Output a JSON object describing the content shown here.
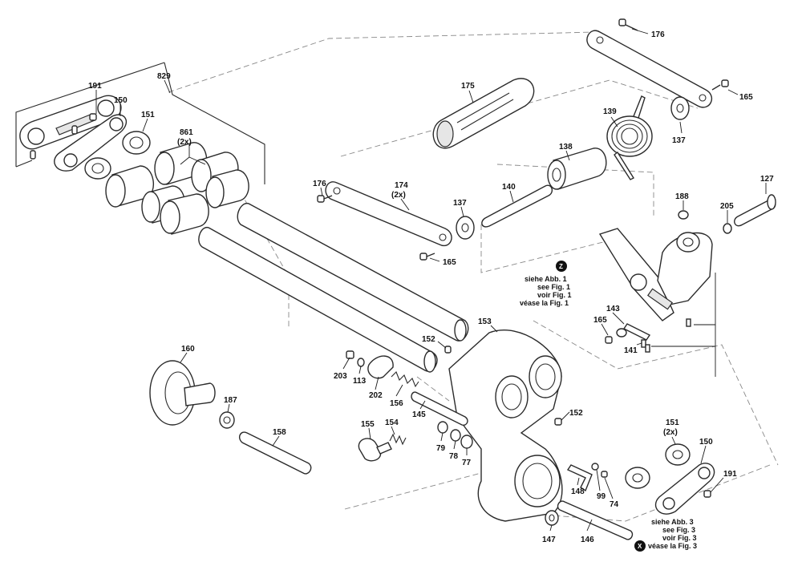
{
  "part_labels": {
    "p176a": "176",
    "p165a": "165",
    "p175": "175",
    "p139": "139",
    "p137a": "137",
    "p138": "138",
    "p127": "127",
    "p188": "188",
    "p205": "205",
    "p140": "140",
    "p137b": "137",
    "p174": "174",
    "p174q": "(2x)",
    "p176b": "176",
    "p165b": "165",
    "p829": "829",
    "p191a": "191",
    "p150a": "150",
    "p151a": "151",
    "p861": "861",
    "p861q": "(2x)",
    "p143": "143",
    "p165c": "165",
    "p141": "141",
    "p153": "153",
    "p152a": "152",
    "p160": "160",
    "p203": "203",
    "p113": "113",
    "p202": "202",
    "p156": "156",
    "p145": "145",
    "p187": "187",
    "p158": "158",
    "p155": "155",
    "p154": "154",
    "p79": "79",
    "p78": "78",
    "p77": "77",
    "p152b": "152",
    "p151b": "151",
    "p151bq": "(2x)",
    "p150b": "150",
    "p191b": "191",
    "p148": "148",
    "p99": "99",
    "p74": "74",
    "p147": "147",
    "p146": "146"
  },
  "refs": {
    "z": {
      "badge": "Z",
      "lines": [
        "siehe Abb. 1",
        "see Fig. 1",
        "voir Fig. 1",
        "véase la Fig. 1"
      ]
    },
    "x": {
      "badge": "X",
      "lines": [
        "siehe Abb. 3",
        "see Fig. 3",
        "voir Fig. 3",
        "véase la Fig. 3"
      ]
    }
  }
}
